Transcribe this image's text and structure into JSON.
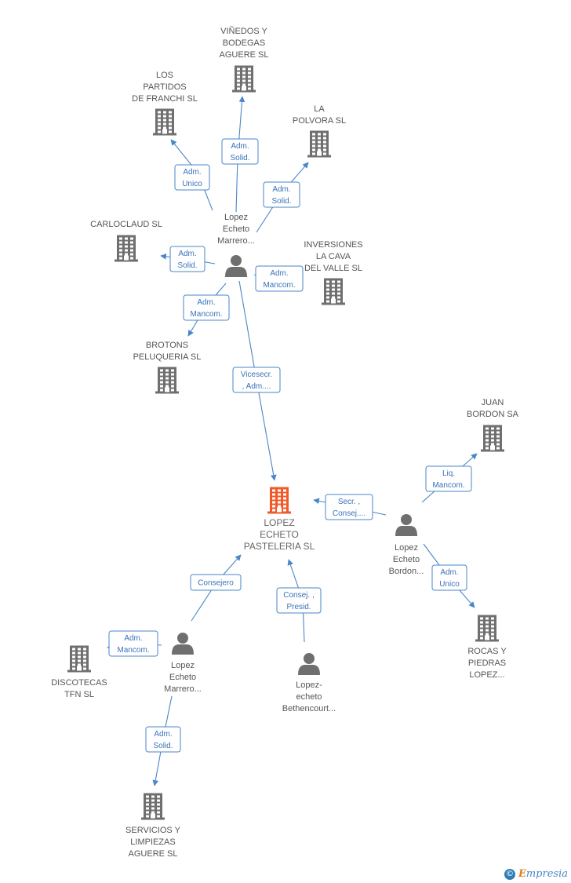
{
  "nodes": {
    "main": {
      "lines": [
        "LOPEZ",
        "ECHETO",
        "PASTELERIA SL"
      ],
      "type": "company-main"
    },
    "vinedos": {
      "lines": [
        "VIÑEDOS Y",
        "BODEGAS",
        "AGUERE SL"
      ],
      "type": "company"
    },
    "partidos": {
      "lines": [
        "LOS",
        "PARTIDOS",
        "DE FRANCHI SL"
      ],
      "type": "company"
    },
    "polvora": {
      "lines": [
        "LA",
        "POLVORA SL"
      ],
      "type": "company"
    },
    "carloclaud": {
      "lines": [
        "CARLOCLAUD SL"
      ],
      "type": "company"
    },
    "inversiones": {
      "lines": [
        "INVERSIONES",
        "LA CAVA",
        "DEL VALLE SL"
      ],
      "type": "company"
    },
    "brotons": {
      "lines": [
        "BROTONS",
        "PELUQUERIA SL"
      ],
      "type": "company"
    },
    "juan_bordon": {
      "lines": [
        "JUAN",
        "BORDON SA"
      ],
      "type": "company"
    },
    "rocas": {
      "lines": [
        "ROCAS Y",
        "PIEDRAS",
        "LOPEZ..."
      ],
      "type": "company"
    },
    "discotecas": {
      "lines": [
        "DISCOTECAS",
        "TFN SL"
      ],
      "type": "company"
    },
    "servicios": {
      "lines": [
        "SERVICIOS Y",
        "LIMPIEZAS",
        "AGUERE SL"
      ],
      "type": "company"
    },
    "person_top": {
      "lines": [
        "Lopez",
        "Echeto",
        "Marrero..."
      ],
      "type": "person"
    },
    "person_bordon": {
      "lines": [
        "Lopez",
        "Echeto",
        "Bordon..."
      ],
      "type": "person"
    },
    "person_bottom": {
      "lines": [
        "Lopez",
        "Echeto",
        "Marrero..."
      ],
      "type": "person"
    },
    "person_bethencourt": {
      "lines": [
        "Lopez-",
        "echeto",
        "Bethencourt..."
      ],
      "type": "person"
    }
  },
  "edges": [
    {
      "from": "person_top",
      "to": "vinedos",
      "lines": [
        "Adm.",
        "Solid."
      ]
    },
    {
      "from": "person_top",
      "to": "partidos",
      "lines": [
        "Adm.",
        "Unico"
      ]
    },
    {
      "from": "person_top",
      "to": "polvora",
      "lines": [
        "Adm.",
        "Solid."
      ]
    },
    {
      "from": "person_top",
      "to": "carloclaud",
      "lines": [
        "Adm.",
        "Solid."
      ]
    },
    {
      "from": "person_top",
      "to": "inversiones",
      "lines": [
        "Adm.",
        "Mancom."
      ]
    },
    {
      "from": "person_top",
      "to": "brotons",
      "lines": [
        "Adm.",
        "Mancom."
      ]
    },
    {
      "from": "person_top",
      "to": "main",
      "lines": [
        "Vicesecr.",
        ", Adm...."
      ]
    },
    {
      "from": "person_bordon",
      "to": "juan_bordon",
      "lines": [
        "Liq.",
        "Mancom."
      ]
    },
    {
      "from": "person_bordon",
      "to": "main",
      "lines": [
        "Secr. ,",
        "Consej...."
      ]
    },
    {
      "from": "person_bordon",
      "to": "rocas",
      "lines": [
        "Adm.",
        "Unico"
      ]
    },
    {
      "from": "person_bottom",
      "to": "main",
      "lines": [
        "Consejero"
      ]
    },
    {
      "from": "person_bottom",
      "to": "discotecas",
      "lines": [
        "Adm.",
        "Mancom."
      ]
    },
    {
      "from": "person_bottom",
      "to": "servicios",
      "lines": [
        "Adm.",
        "Solid."
      ]
    },
    {
      "from": "person_bethencourt",
      "to": "main",
      "lines": [
        "Consej. ,",
        "Presid."
      ]
    }
  ],
  "colors": {
    "edge": "#4a86c8",
    "company": "#6f6f6f",
    "main": "#f05a28",
    "person": "#6f6f6f"
  },
  "watermark": {
    "copyright": "©",
    "brand_initial": "E",
    "brand_rest": "mpresia"
  }
}
